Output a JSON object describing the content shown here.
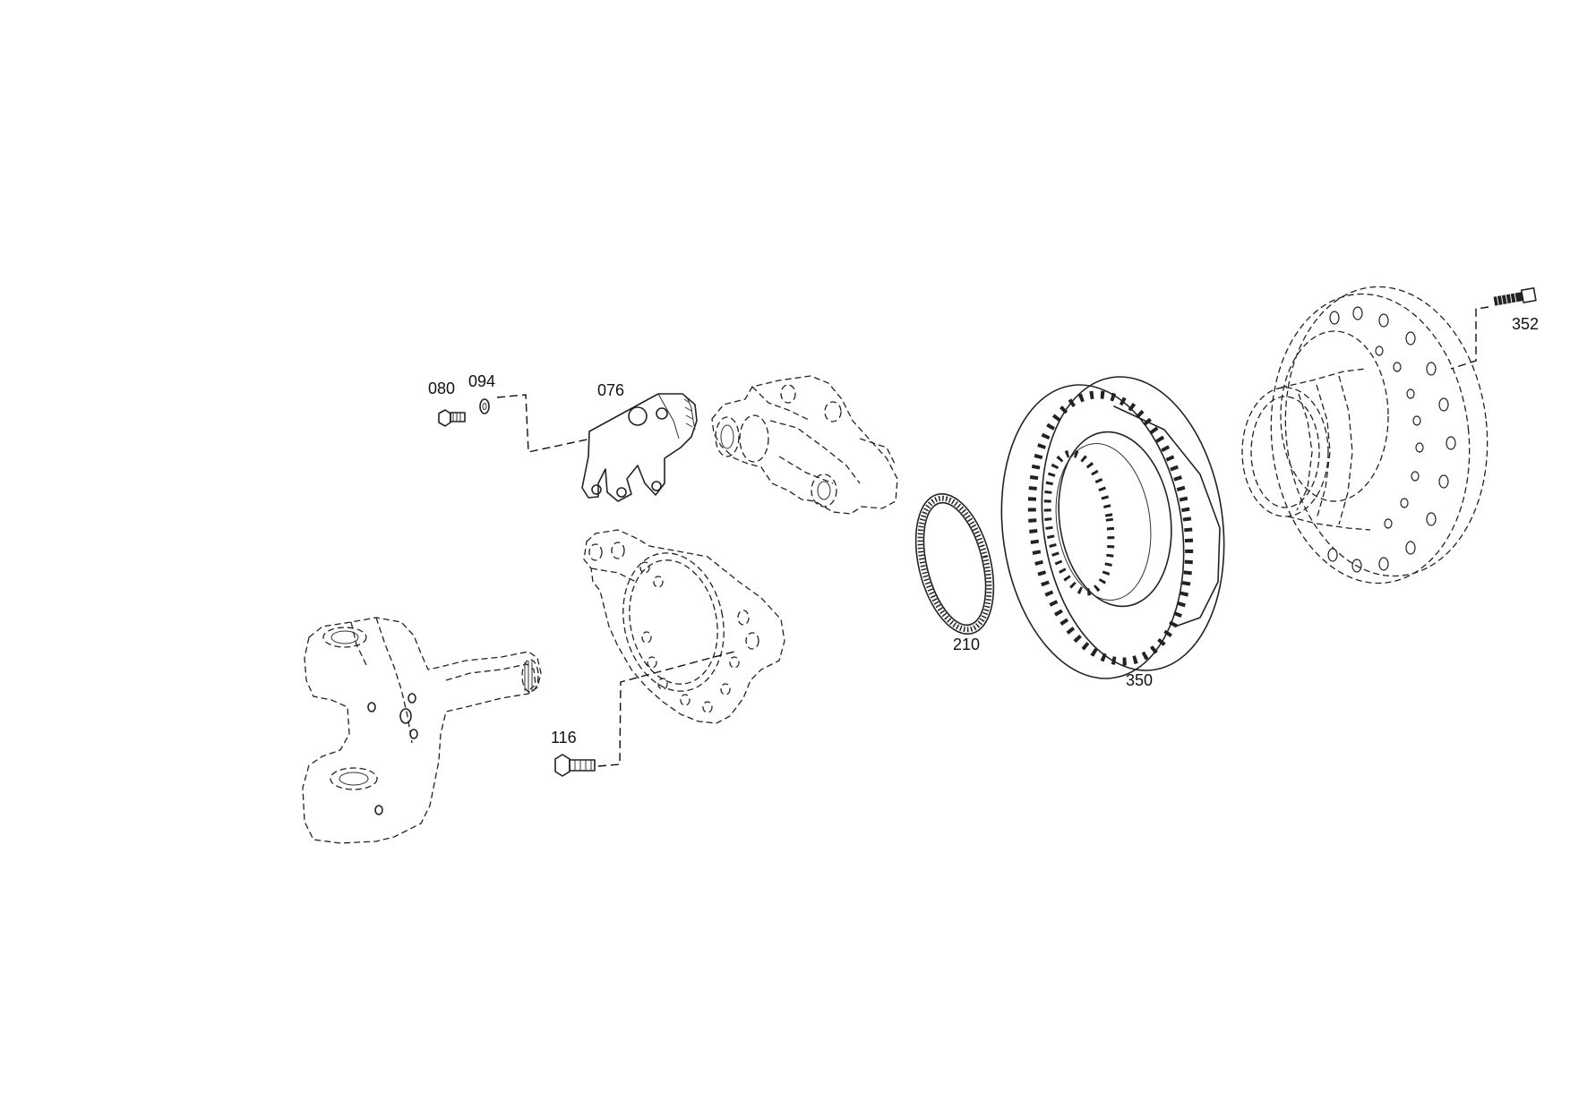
{
  "callouts": {
    "c080": "080",
    "c094": "094",
    "c076": "076",
    "c116": "116",
    "c210": "210",
    "c350": "350",
    "c352": "352"
  }
}
